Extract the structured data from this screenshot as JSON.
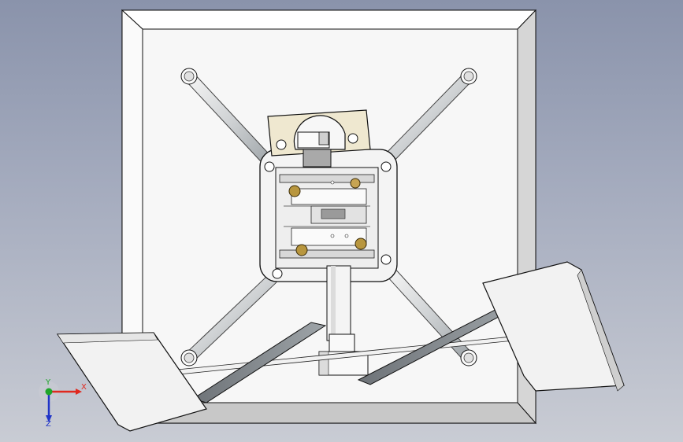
{
  "viewport": {
    "background_top": "#8a93ab",
    "background_bottom": "#c9ccd4"
  },
  "triad": {
    "x_label": "X",
    "y_label": "Y",
    "z_label": "Z",
    "x_color": "#e0281e",
    "y_color": "#1fa52a",
    "z_color": "#2034c8"
  },
  "model": {
    "icons": [
      "cad-3d-model",
      "coordinate-triad-icon"
    ]
  }
}
